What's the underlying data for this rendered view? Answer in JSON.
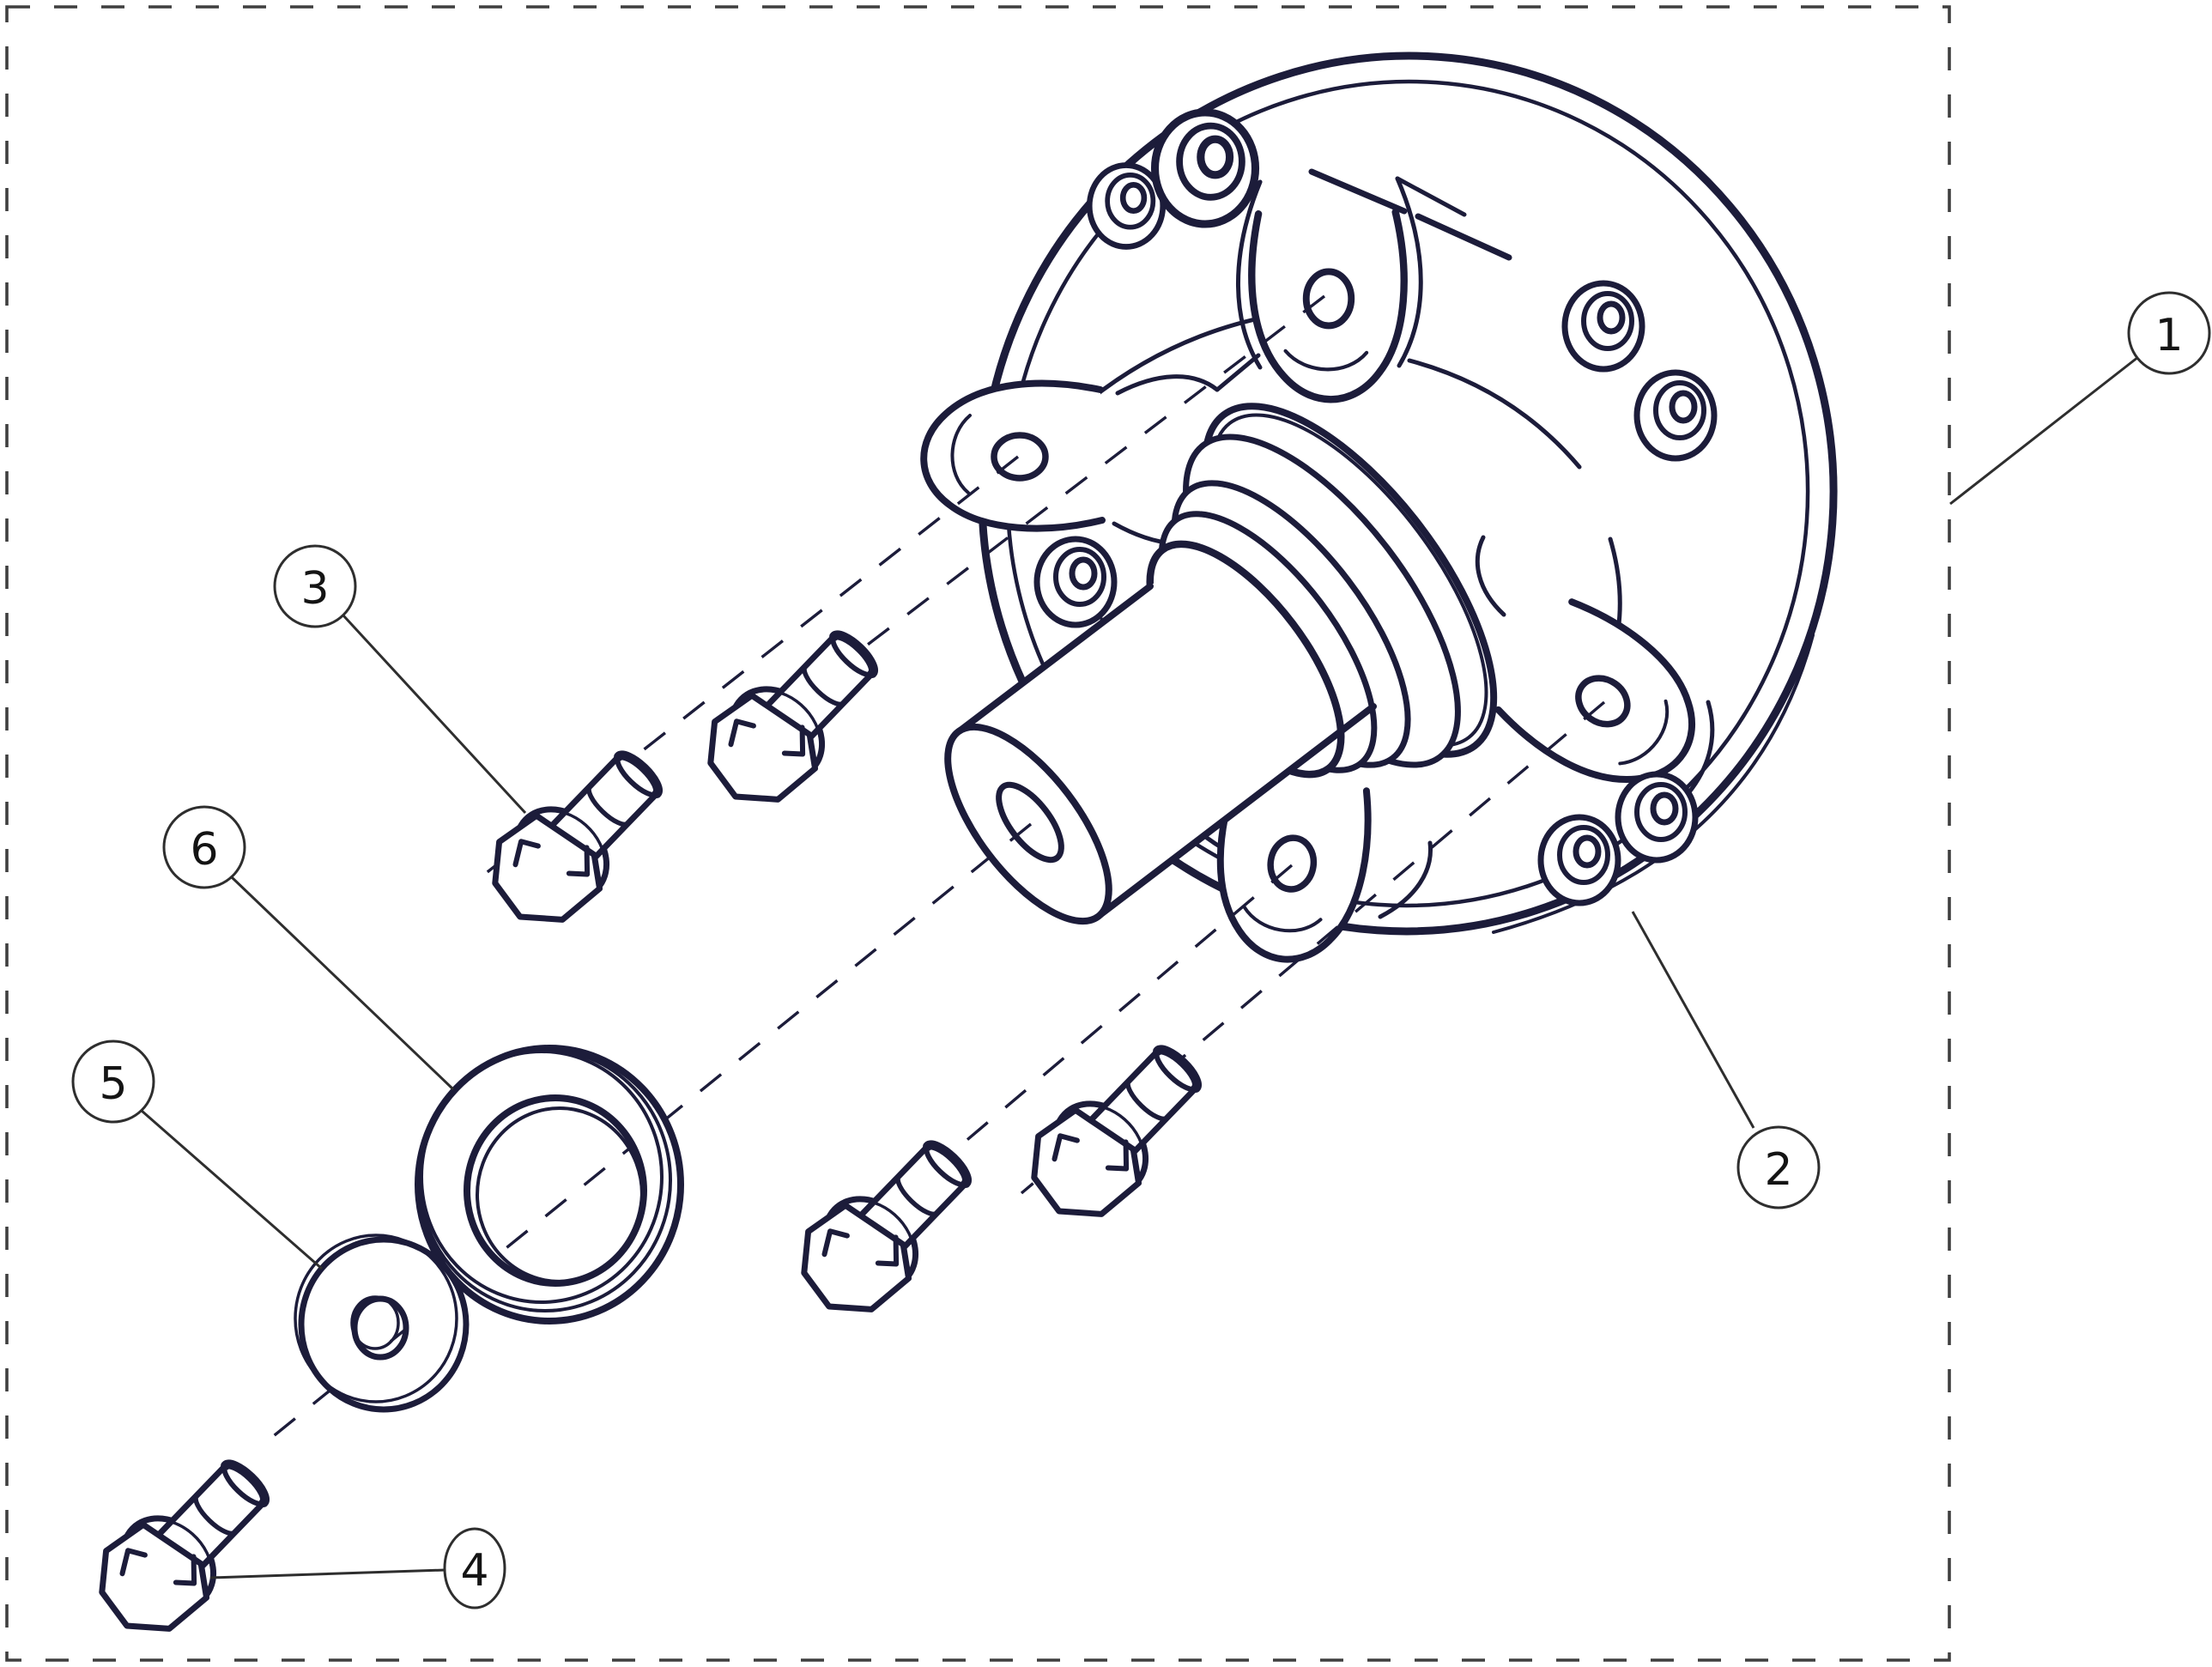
{
  "diagram": {
    "type": "exploded-view-technical-illustration",
    "callouts": [
      {
        "number": "1"
      },
      {
        "number": "2"
      },
      {
        "number": "3"
      },
      {
        "number": "4"
      },
      {
        "number": "5"
      },
      {
        "number": "6"
      }
    ],
    "colors": {
      "drawing_line": "#1c1c3a",
      "annotation_line": "#2e2e2e",
      "boundary_line": "#3f3f3f",
      "background": "#ffffff"
    }
  }
}
